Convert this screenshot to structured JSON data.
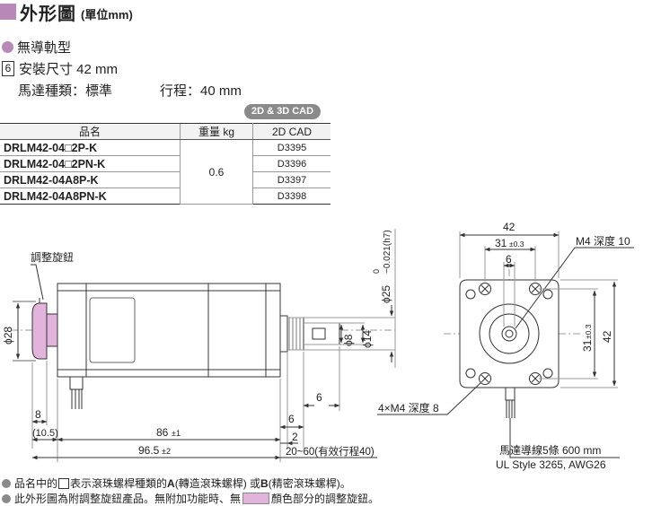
{
  "header": {
    "title": "外形圖",
    "unit": "(單位mm)"
  },
  "type_label": "無導軌型",
  "size": {
    "num": "6",
    "text": "安裝尺寸 42 mm"
  },
  "motor_type": "馬達種類：標準",
  "stroke": "行程：40 mm",
  "cad_badge": "2D & 3D CAD",
  "table": {
    "headers": [
      "品名",
      "重量 kg",
      "2D CAD"
    ],
    "weight": "0.6",
    "rows": [
      {
        "model": "DRLM42-04□2P-K",
        "cad": "D3395"
      },
      {
        "model": "DRLM42-04□2PN-K",
        "cad": "D3396"
      },
      {
        "model": "DRLM42-04A8P-K",
        "cad": "D3397"
      },
      {
        "model": "DRLM42-04A8PN-K",
        "cad": "D3398"
      }
    ]
  },
  "drawing": {
    "knob_label": "調整旋鈕",
    "dim_phi28": "ϕ28",
    "dim_phi25": "ϕ25",
    "dim_phi25_tol_upper": "0",
    "dim_phi25_tol_lower": "−0.021(h7)",
    "dim_phi8": "ϕ8",
    "dim_phi14": "ϕ14",
    "dim_6_side": "6",
    "dim_8": "8",
    "dim_10_5": "(10.5)",
    "dim_86": "86",
    "dim_86_tol": "±1",
    "dim_96_5": "96.5",
    "dim_96_5_tol": "±2",
    "dim_6_b": "6",
    "dim_2": "2",
    "dim_stroke": "20~60(有效行程40)",
    "dim_42_top": "42",
    "dim_31_top": "31",
    "dim_31_tol": "±0.3",
    "dim_6_top": "6",
    "dim_m4_depth10": "M4 深度 10",
    "dim_4m4": "4×M4 深度 8",
    "dim_31_right": "31",
    "dim_42_right": "42",
    "lead_wire": "馬達導線5條 600 mm",
    "lead_wire_spec": "UL Style 3265, AWG26"
  },
  "notes": {
    "n1_a": "品名中的",
    "n1_b": "表示滾珠螺桿種類的",
    "n1_A": "A",
    "n1_c": "(轉造滾珠螺桿) 或",
    "n1_B": "B",
    "n1_d": "(精密滾珠螺桿)。",
    "n2_a": "此外形圖為附調整旋鈕產品。無附加功能時、無",
    "n2_b": "顏色部分的調整旋鈕。"
  }
}
